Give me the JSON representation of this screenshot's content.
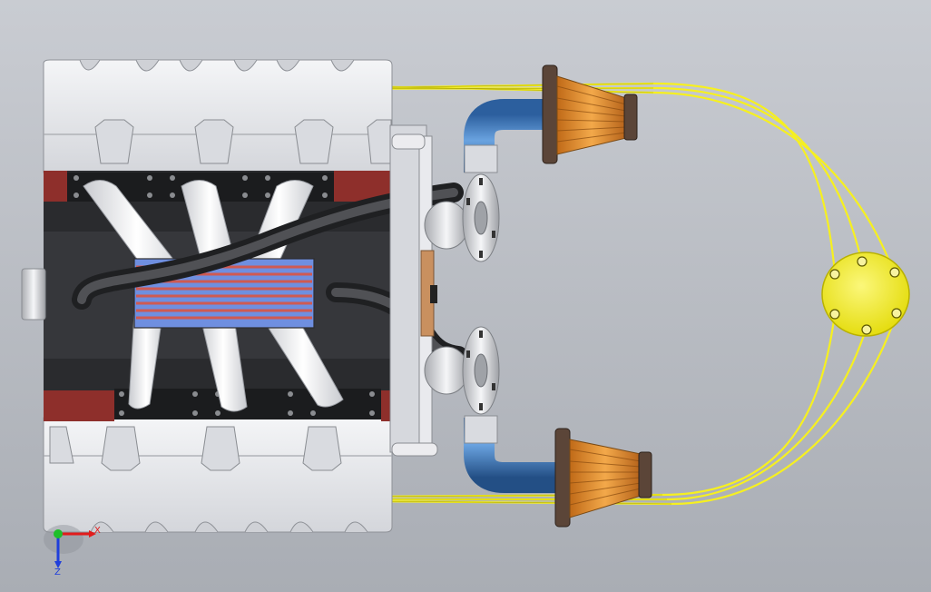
{
  "viewport": {
    "background_top": "#c9ccd2",
    "background_bottom": "#a9adb4"
  },
  "model": {
    "block_color": "#e9eaee",
    "block_shadow": "#9a9da3",
    "dark_body": "#2a2b2e",
    "flange_red": "#8e2f2b",
    "manifold_color": "#f2f2f4",
    "pipe_blue": "#3f78bb",
    "pipe_dark": "#3b3c3f",
    "filter_orange": "#e08d2a",
    "filter_rim": "#5b4538",
    "wire_yellow": "#f6f020",
    "distributor_yellow": "#f4ef1a",
    "intercooler_red": "#cf5a52",
    "intercooler_blue": "#6f8fe0"
  },
  "triad": {
    "x_label": "X",
    "z_label": "Z",
    "x_color": "#e21b1b",
    "y_color": "#1fbf2a",
    "z_color": "#1f3fdc",
    "x_icon": "x-axis-arrow",
    "z_icon": "z-axis-arrow",
    "origin_icon": "y-axis-dot"
  }
}
